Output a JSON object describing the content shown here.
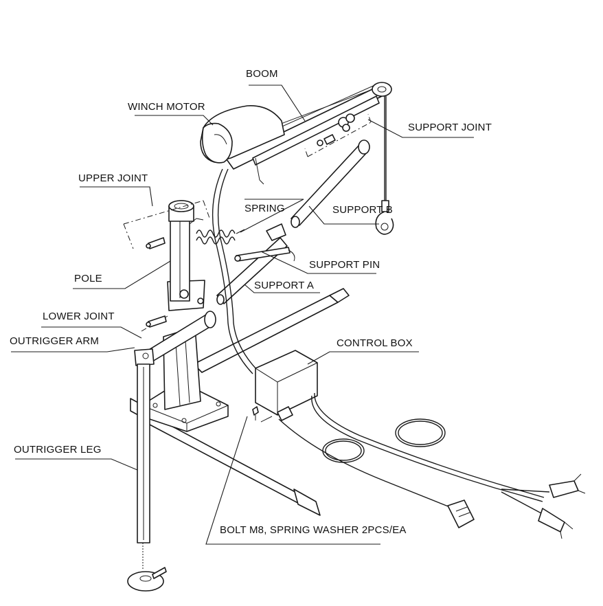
{
  "labels": {
    "boom": "BOOM",
    "winch_motor": "WINCH MOTOR",
    "support_joint": "SUPPORT JOINT",
    "upper_joint": "UPPER JOINT",
    "spring": "SPRING",
    "support_b": "SUPPORT B",
    "support_pin": "SUPPORT PIN",
    "pole": "POLE",
    "support_a": "SUPPORT A",
    "lower_joint": "LOWER JOINT",
    "outrigger_arm": "OUTRIGGER ARM",
    "control_box": "CONTROL BOX",
    "outrigger_leg": "OUTRIGGER LEG",
    "bolt": "BOLT M8, SPRING WASHER 2PCS/EA"
  },
  "colors": {
    "line": "#1a1a1a",
    "text": "#111111",
    "background": "#ffffff"
  }
}
